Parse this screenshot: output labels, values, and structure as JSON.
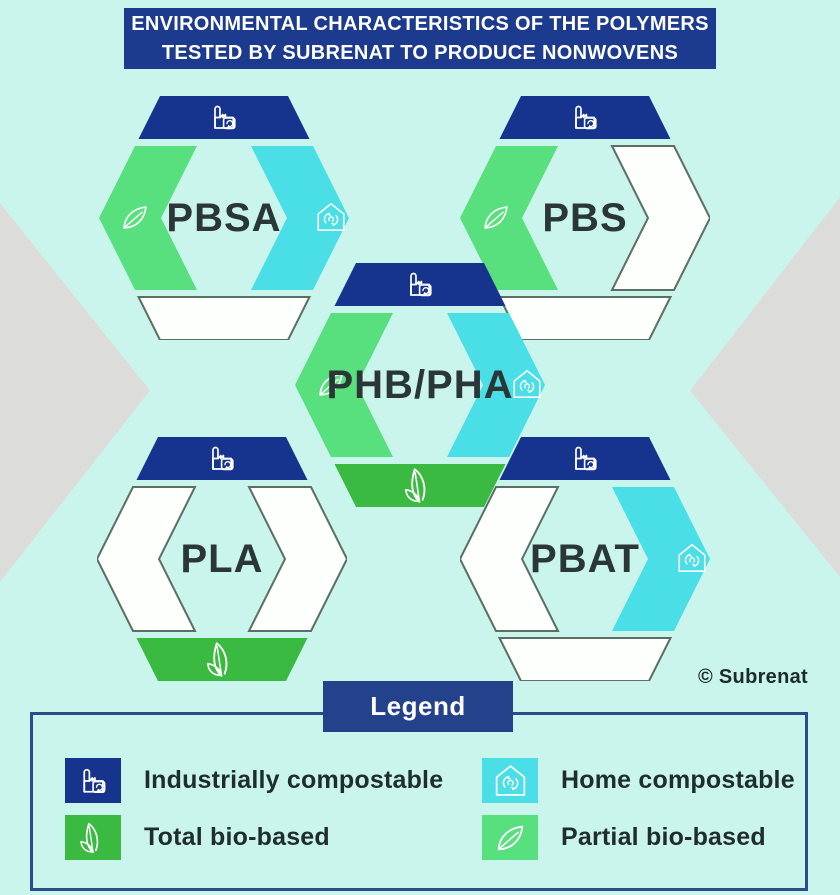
{
  "title": {
    "line1": "ENVIRONMENTAL CHARACTERISTICS OF THE POLYMERS",
    "line2": "TESTED BY SUBRENAT TO PRODUCE NONWOVENS"
  },
  "copyright": "© Subrenat",
  "colors": {
    "background": "#c9f5ec",
    "backdrop_triangles": "#dcdddb",
    "industrial": "#16338d",
    "home": "#4adfe6",
    "total": "#3aba41",
    "partial": "#59e07e",
    "empty_fill": "#fdfffc",
    "empty_outline": "#5c6f63",
    "label_text": "#2a3736",
    "title_bg": "#1c3a8e",
    "title_text": "#ffffff"
  },
  "polymers": [
    {
      "name": "PBSA",
      "industrially_compostable": true,
      "home_compostable": true,
      "partial_bio_based": true,
      "total_bio_based": false
    },
    {
      "name": "PBS",
      "industrially_compostable": true,
      "home_compostable": false,
      "partial_bio_based": true,
      "total_bio_based": false
    },
    {
      "name": "PHB/PHA",
      "industrially_compostable": true,
      "home_compostable": true,
      "partial_bio_based": true,
      "total_bio_based": true
    },
    {
      "name": "PLA",
      "industrially_compostable": true,
      "home_compostable": false,
      "partial_bio_based": false,
      "total_bio_based": true
    },
    {
      "name": "PBAT",
      "industrially_compostable": true,
      "home_compostable": true,
      "partial_bio_based": false,
      "total_bio_based": false
    }
  ],
  "legend": {
    "title": "Legend",
    "items": [
      {
        "key": "industrial",
        "label": "Industrially compostable",
        "icon": "factory-icon"
      },
      {
        "key": "home",
        "label": "Home compostable",
        "icon": "home-icon"
      },
      {
        "key": "total",
        "label": "Total bio-based",
        "icon": "leaf-large-icon"
      },
      {
        "key": "partial",
        "label": "Partial bio-based",
        "icon": "leaf-small-icon"
      }
    ]
  }
}
